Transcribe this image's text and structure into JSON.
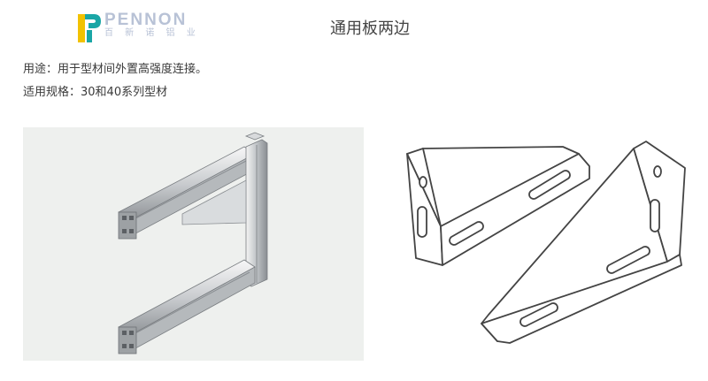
{
  "header": {
    "logo_text": "PENNON",
    "logo_sub": "百 新 诺 铝 业",
    "title": "通用板两边"
  },
  "description": {
    "usage_label": "用途：",
    "usage_text": "用于型材间外置高强度连接。",
    "spec_label": "适用规格：",
    "spec_text": "30和40系列型材"
  },
  "colors": {
    "logo_yellow": "#f2c200",
    "logo_teal": "#1aa6a6",
    "logo_text": "#b8c2d6"
  }
}
